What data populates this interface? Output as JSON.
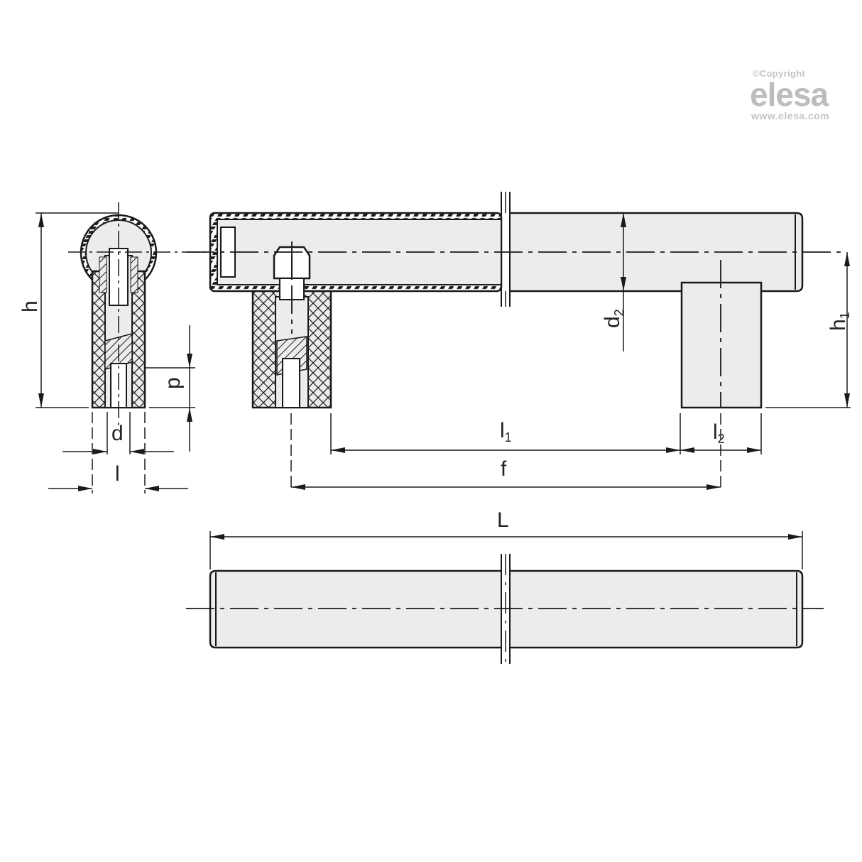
{
  "watermark": {
    "copyright": "©Copyright",
    "brand": "elesa",
    "url": "www.elesa.com",
    "color": "#c4c4c4"
  },
  "drawing": {
    "type": "technical-drawing",
    "subject": "Tubular pull handle with mounting legs",
    "views": [
      "side-section-view",
      "front-partial-section-view",
      "top-view"
    ],
    "line_color": "#1a1a1a",
    "fill_color": "#ececec"
  },
  "dimensions": {
    "h": "h",
    "p": "p",
    "d": "d",
    "l": "l",
    "d2_main": "d",
    "d2_sub": "2",
    "h1_main": "h",
    "h1_sub": "1",
    "l1_main": "l",
    "l1_sub": "1",
    "l2_main": "l",
    "l2_sub": "2",
    "f": "f",
    "L": "L"
  }
}
